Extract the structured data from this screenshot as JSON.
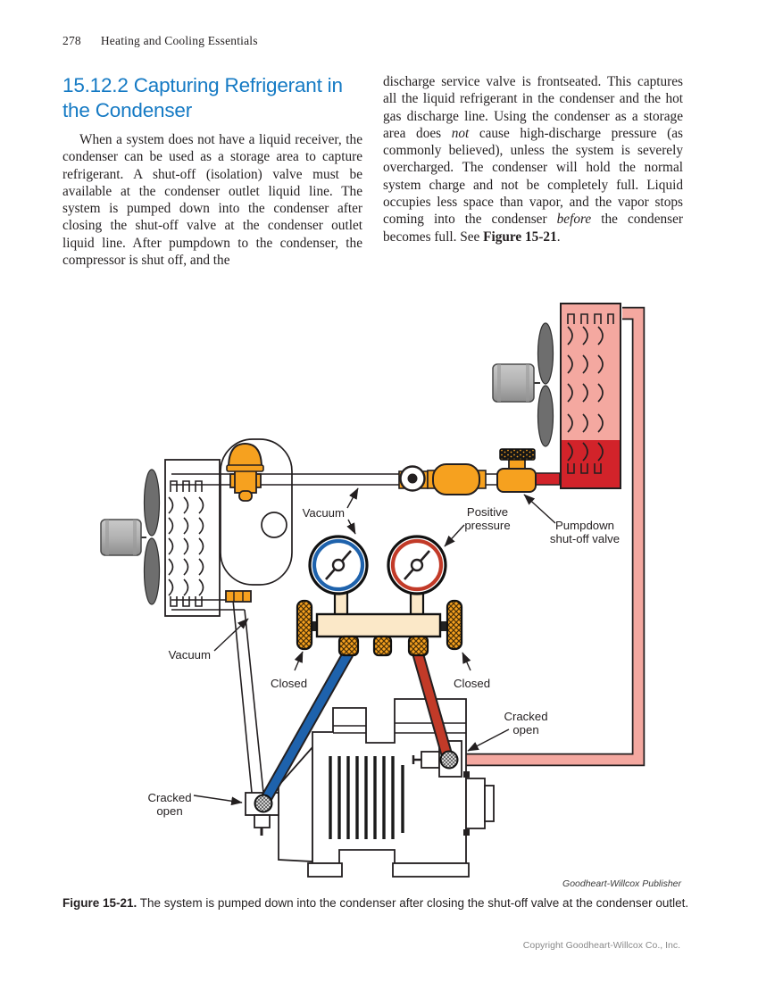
{
  "header": {
    "page_number": "278",
    "book_title": "Heating and Cooling Essentials"
  },
  "section_heading": "15.12.2 Capturing Refrigerant in the Condenser",
  "body": {
    "left_column_runs": [
      {
        "t": "When a system does not have a liquid receiver, the condenser can be used as a storage area to capture refrigerant. A shut-off (isolation) valve must be available at the condenser outlet liquid line. The system is pumped down into the condenser after closing the shut-off valve at the condenser outlet liquid line. After pumpdown to the condenser, the compressor is shut off, and the"
      }
    ],
    "right_column_runs": [
      {
        "t": "discharge service valve is frontseated. This captures all the liquid refrigerant in the condenser and the hot gas discharge line. Using the condenser as a storage area does "
      },
      {
        "t": "not",
        "i": true
      },
      {
        "t": " cause high-discharge pressure (as commonly believed), unless the system is severely overcharged. The condenser will hold the normal system charge and not be completely full. Liquid occupies less space than vapor, and the vapor stops coming into the condenser "
      },
      {
        "t": "before",
        "i": true
      },
      {
        "t": " the condenser becomes full. See "
      },
      {
        "t": "Figure 15-21",
        "b": true
      },
      {
        "t": "."
      }
    ]
  },
  "diagram": {
    "labels": {
      "vacuum_liquid_line": "Vacuum",
      "positive_pressure": [
        "Positive",
        "pressure"
      ],
      "pumpdown_valve": [
        "Pumpdown",
        "shut-off valve"
      ],
      "vacuum_suction_line": "Vacuum",
      "closed_left": "Closed",
      "closed_right": "Closed",
      "cracked_open_discharge": [
        "Cracked",
        "open"
      ],
      "cracked_open_suction": [
        "Cracked",
        "open"
      ]
    },
    "credit": "Goodheart-Willcox Publisher",
    "colors": {
      "heading_blue": "#157AC4",
      "condenser_pink": "#F4A8A0",
      "liquid_red": "#D2232A",
      "orange_fitting": "#F6A11F",
      "manifold_cream": "#FBE8C8",
      "low_gauge_blue": "#1E62AC",
      "high_gauge_red": "#C23A28",
      "line_black": "#231F20",
      "motor_gray": "#ABABAB",
      "fan_gray": "#6E6E6E"
    }
  },
  "caption": {
    "label": "Figure 15-21.",
    "text": "The system is pumped down into the condenser after closing the shut-off valve at the condenser outlet."
  },
  "footer": {
    "copyright": "Copyright Goodheart-Willcox Co., Inc."
  }
}
